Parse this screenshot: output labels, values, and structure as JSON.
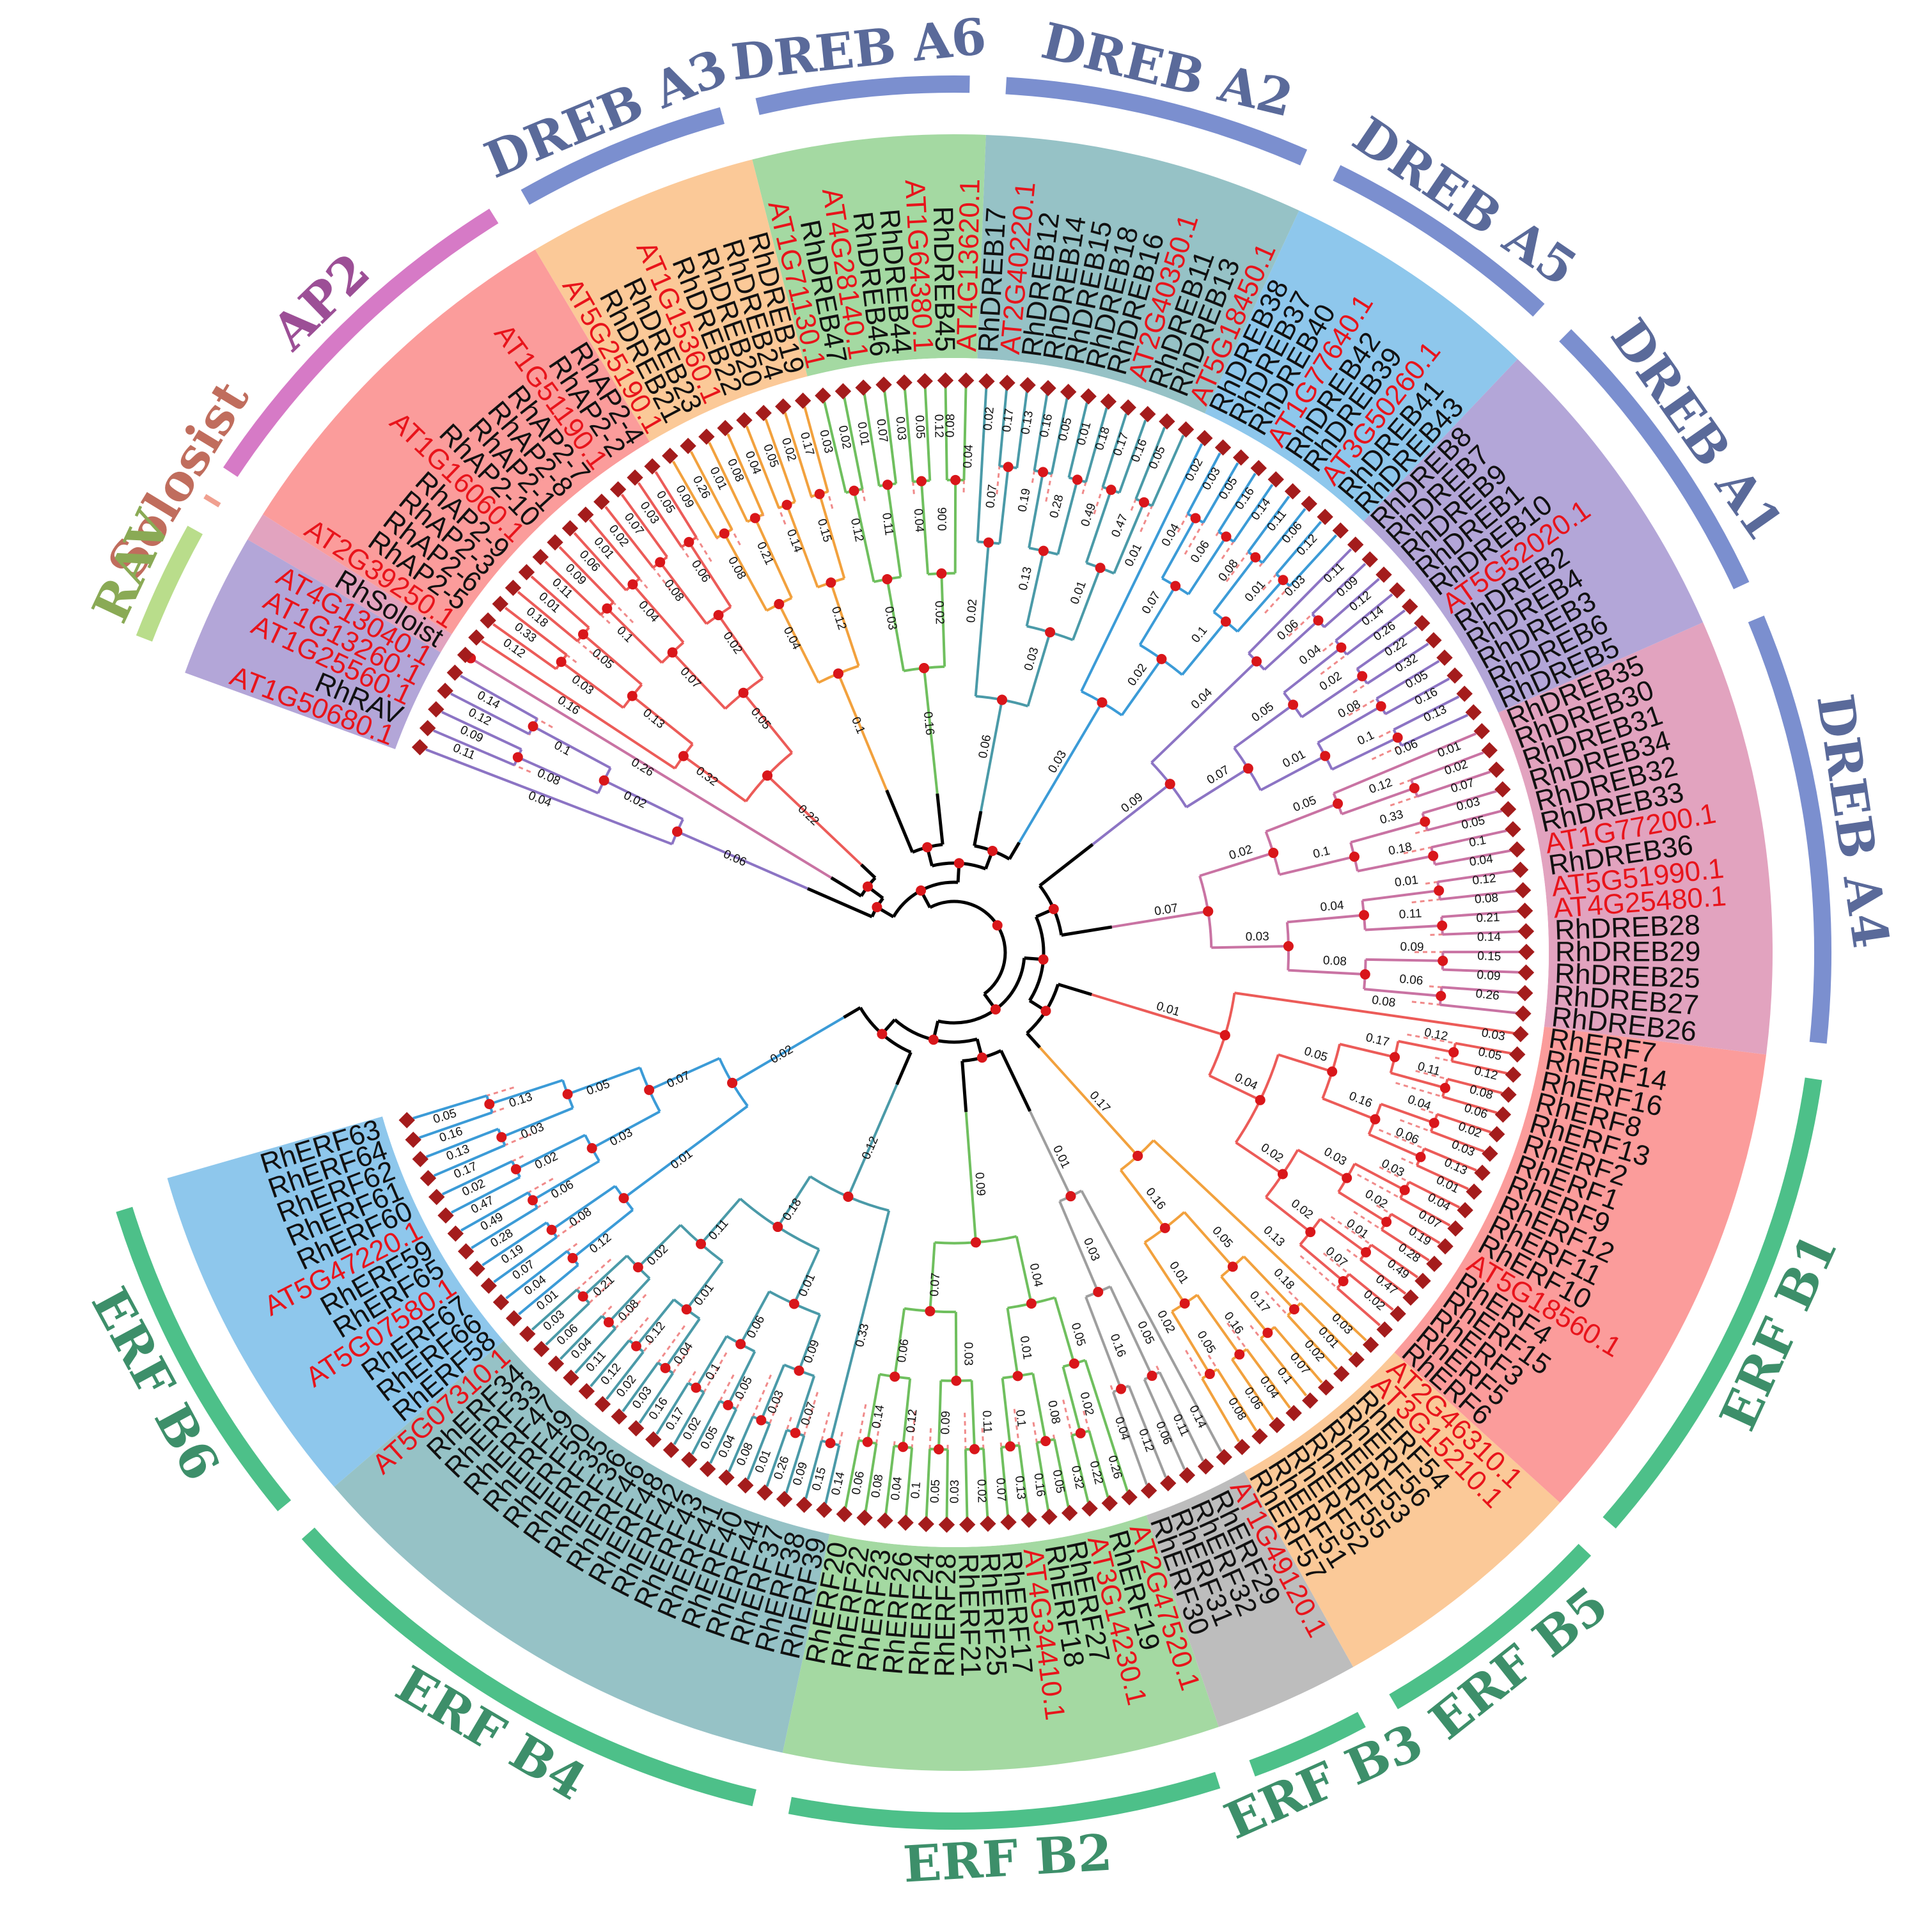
{
  "figure": {
    "gene_color": "#111111",
    "arabidopsis_color": "#e8141b",
    "branch_line_color": "#000000",
    "leader_color": "#f08a8a",
    "node_color": "#d9161a",
    "tip_color": "#a41c1c"
  },
  "groups": [
    {
      "id": "ERF B6",
      "text_color": "#3d8f6a",
      "ring_color": "#4dc089",
      "sector_color": "#8ec7ec",
      "branch_color": "#3b9bd7",
      "leaves": [
        "RhERF63",
        "RhERF64",
        "RhERF62",
        "RhERF61",
        "RhERF60",
        "AT5G47220.1",
        "RhERF59",
        "RhERF65",
        "AT5G07580.1",
        "RhERF67",
        "RhERF66",
        "RhERF58"
      ]
    },
    {
      "id": "ERF B4",
      "text_color": "#3d8f6a",
      "ring_color": "#4dc089",
      "sector_color": "#96c2c6",
      "branch_color": "#4a9aa8",
      "leaves": [
        "AT5G07310.1",
        "RhERF34",
        "RhERF33",
        "RhERF47",
        "RhERF49",
        "RhERF50",
        "RhERF35",
        "RhERF36",
        "RhERF46",
        "RhERF48",
        "RhERF42",
        "RhERF43",
        "RhERF41",
        "RhERF40",
        "RhERF44",
        "RhERF37",
        "RhERF38",
        "RhERF39"
      ]
    },
    {
      "id": "ERF B2",
      "text_color": "#3d8f6a",
      "ring_color": "#4dc089",
      "sector_color": "#a4d9a2",
      "branch_color": "#6fbf5e",
      "leaves": [
        "RhERF20",
        "RhERF22",
        "RhERF23",
        "RhERF26",
        "RhERF24",
        "RhERF28",
        "RhERF21",
        "RhERF25",
        "RhERF17",
        "AT4G34410.1",
        "RhERF18",
        "RhERF27",
        "AT3G14230.1",
        "RhERF19",
        "AT2G47520.1"
      ]
    },
    {
      "id": "ERF B3",
      "text_color": "#3d8f6a",
      "ring_color": "#4dc089",
      "sector_color": "#bdbdbd",
      "branch_color": "#9e9e9e",
      "leaves": [
        "RhERF30",
        "RhERF31",
        "RhERF32",
        "RhERF29",
        "AT1G49120.1"
      ]
    },
    {
      "id": "ERF B5",
      "text_color": "#3d8f6a",
      "ring_color": "#4dc089",
      "sector_color": "#fbc998",
      "branch_color": "#f2a13d",
      "leaves": [
        "RhERF57",
        "RhERF51",
        "RhERF52",
        "RhERF55",
        "RhERF53",
        "RhERF56",
        "RhERF54",
        "AT3G15210.1",
        "AT2G46310.1"
      ]
    },
    {
      "id": "ERF B1",
      "text_color": "#3d8f6a",
      "ring_color": "#4dc089",
      "sector_color": "#fb9c9b",
      "branch_color": "#ec5b58",
      "leaves": [
        "RhERF6",
        "RhERF5",
        "RhERF3",
        "RhERF15",
        "RhERF4",
        "AT5G18560.1",
        "RhERF10",
        "RhERF11",
        "RhERF12",
        "RhERF9",
        "RhERF1",
        "RhERF2",
        "RhERF13",
        "RhERF8",
        "RhERF16",
        "RhERF14",
        "RhERF7"
      ]
    },
    {
      "id": "DREB A4",
      "text_color": "#5a6a9a",
      "ring_color": "#7b8fcf",
      "sector_color": "#e2a3bf",
      "branch_color": "#c973a3",
      "leaves": [
        "RhDREB26",
        "RhDREB27",
        "RhDREB25",
        "RhDREB29",
        "RhDREB28",
        "AT4G25480.1",
        "AT5G51990.1",
        "RhDREB36",
        "AT1G77200.1",
        "RhDREB33",
        "RhDREB32",
        "RhDREB34",
        "RhDREB31",
        "RhDREB30",
        "RhDREB35"
      ]
    },
    {
      "id": "DREB A1",
      "text_color": "#5a6a9a",
      "ring_color": "#7b8fcf",
      "sector_color": "#b3a6d8",
      "branch_color": "#8c74c4",
      "leaves": [
        "RhDREB5",
        "RhDREB6",
        "RhDREB3",
        "RhDREB4",
        "RhDREB2",
        "AT5G52020.1",
        "RhDREB10",
        "RhDREB1",
        "RhDREB9",
        "RhDREB7",
        "RhDREB8"
      ]
    },
    {
      "id": "DREB A5",
      "text_color": "#5a6a9a",
      "ring_color": "#7b8fcf",
      "sector_color": "#8ec7ec",
      "branch_color": "#3b9bd7",
      "leaves": [
        "RhDREB43",
        "RhDREB41",
        "AT3G50260.1",
        "RhDREB39",
        "RhDREB42",
        "AT1G77640.1",
        "RhDREB40",
        "RhDREB37",
        "RhDREB38"
      ]
    },
    {
      "id": "DREB A2",
      "text_color": "#5a6a9a",
      "ring_color": "#7b8fcf",
      "sector_color": "#96c2c6",
      "branch_color": "#4a9aa8",
      "leaves": [
        "AT5G18450.1",
        "RhDREB13",
        "RhDREB11",
        "AT2G40350.1",
        "RhDREB16",
        "RhDREB18",
        "RhDREB15",
        "RhDREB14",
        "RhDREB12",
        "AT2G40220.1",
        "RhDREB17"
      ]
    },
    {
      "id": "DREB A6",
      "text_color": "#5a6a9a",
      "ring_color": "#7b8fcf",
      "sector_color": "#a4d9a2",
      "branch_color": "#6fbf5e",
      "leaves": [
        "AT4G13620.1",
        "RhDREB45",
        "AT1G64380.1",
        "RhDREB44",
        "RhDREB46",
        "AT4G28140.1",
        "RhDREB47",
        "AT1G71130.1"
      ]
    },
    {
      "id": "DREB A3",
      "text_color": "#5a6a9a",
      "ring_color": "#7b8fcf",
      "sector_color": "#fbc998",
      "branch_color": "#f2a13d",
      "leaves": [
        "RhDREB19",
        "RhDREB24",
        "RhDREB20",
        "RhDREB22",
        "AT1G15360.1",
        "RhDREB23",
        "RhDREB21",
        "AT5G25190.1"
      ]
    },
    {
      "id": "AP2",
      "text_color": "#9c4f96",
      "ring_color": "#d67ac6",
      "sector_color": "#fb9c9b",
      "branch_color": "#ec5b58",
      "leaves": [
        "RhAP2-4",
        "RhAP2-2",
        "AT1G51190.1",
        "RhAP2-7",
        "RhAP2-8",
        "RhAP2-1",
        "RhAP2-10",
        "AT1G16060.1",
        "RhAP2-9",
        "RhAP2-3",
        "RhAP2-6",
        "RhAP2-5",
        "AT2G39250.1"
      ]
    },
    {
      "id": "Solosist",
      "text_color": "#c06d5d",
      "ring_color": "#f0a090",
      "sector_color": "#e2a3bf",
      "branch_color": "#c973a3",
      "leaves": [
        "RhSoloist"
      ]
    },
    {
      "id": "RAV",
      "text_color": "#8aaa55",
      "ring_color": "#b9dd8b",
      "sector_color": "#b3a6d8",
      "branch_color": "#8c74c4",
      "leaves": [
        "AT4G13040.1",
        "AT1G13260.1",
        "AT1G25560.1",
        "RhRAV",
        "AT1G50680.1"
      ]
    }
  ],
  "branch_values": [
    "0.05",
    "0.16",
    "0.13",
    "0.17",
    "0.02",
    "0.47",
    "0.49",
    "0.28",
    "0.19",
    "0.07",
    "0.04",
    "0.01",
    "0.13",
    "0.03",
    "0.02",
    "0.06",
    "0.08",
    "0.12",
    "0.05",
    "0.03",
    "0.07",
    "0.01",
    "0.02",
    "0.03",
    "0.06",
    "0.04",
    "0.11",
    "0.12",
    "0.02",
    "0.03",
    "0.16",
    "0.17",
    "0.02",
    "0.05",
    "0.04",
    "0.08",
    "0.01",
    "0.26",
    "0.09",
    "0.15",
    "0.14",
    "0.21",
    "0.08",
    "0.12",
    "0.04",
    "0.1",
    "0.05",
    "0.03",
    "0.07",
    "0.02",
    "0.01",
    "0.06",
    "0.09",
    "0.11",
    "0.01",
    "0.18",
    "0.33",
    "0.12",
    "0.06",
    "0.08",
    "0.04",
    "0.1",
    "0.05",
    "0.03",
    "0.02",
    "0.07",
    "0.13",
    "0.16",
    "0.05",
    "0.32",
    "0.22",
    "0.26",
    "0.14",
    "0.12",
    "0.09",
    "0.11",
    "0.1",
    "0.08",
    "0.02",
    "0.04",
    "0.06",
    "0.03",
    "0.01",
    "0.05",
    "0.07",
    "0.04",
    "0.09",
    "0.12",
    "0.06",
    "0.11",
    "0.14",
    "0.16",
    "0.05",
    "0.03",
    "0.02",
    "0.01",
    "0.08",
    "0.06",
    "0.04",
    "0.1",
    "0.07",
    "0.02",
    "0.01",
    "0.03",
    "0.05",
    "0.16",
    "0.17",
    "0.18",
    "0.01"
  ]
}
